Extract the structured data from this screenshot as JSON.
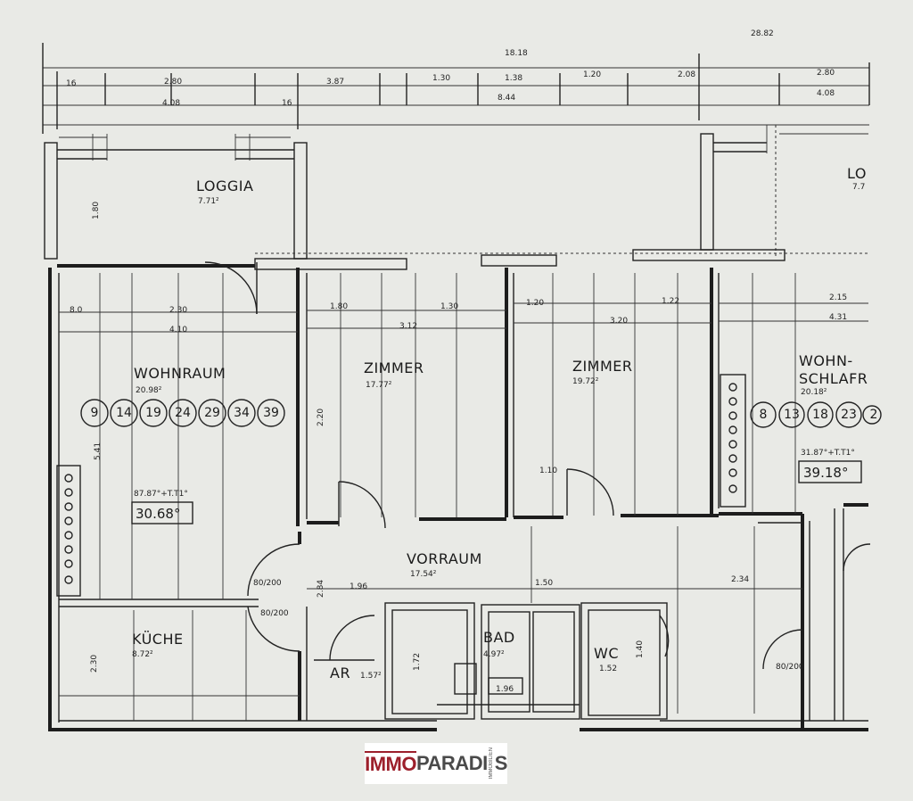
{
  "rooms": {
    "loggia_left": {
      "label": "LOGGIA",
      "area": "7.71²"
    },
    "loggia_right": {
      "label": "LO",
      "area": "7.7"
    },
    "wohnraum": {
      "label": "WOHNRAUM",
      "area": "20.98²"
    },
    "zimmer_1": {
      "label": "ZIMMER",
      "area": "17.77²"
    },
    "zimmer_2": {
      "label": "ZIMMER",
      "area": "19.72²"
    },
    "wohnschlaf_1": {
      "label": "WOHN-"
    },
    "wohnschlaf_2": {
      "label": "SCHLAFR",
      "area": "20.18²"
    },
    "vorraum": {
      "label": "VORRAUM",
      "area": "17.54²"
    },
    "kueche": {
      "label": "KÜCHE",
      "area": "8.72²"
    },
    "bad": {
      "label": "BAD",
      "area": "4.97²"
    },
    "wc": {
      "label": "WC",
      "area": "1.52"
    },
    "ar": {
      "label": "AR",
      "area": "1.57²"
    }
  },
  "unit_codes": {
    "left": [
      "9",
      "14",
      "19",
      "24",
      "29",
      "34",
      "39"
    ],
    "right": [
      "8",
      "13",
      "18",
      "23",
      "2"
    ]
  },
  "level_boxes": {
    "left": {
      "value": "30.68°",
      "note": "87.87°+T.T1°"
    },
    "right": {
      "value": "39.18°",
      "note": "31.87°+T.T1°"
    }
  },
  "dimensions": {
    "top_total": "28.82",
    "top_mid": "18.18",
    "top_a": "2.80",
    "top_b": "4.08",
    "top_c": "3.87",
    "top_d": "1.30",
    "top_e": "1.38",
    "top_f": "1.20",
    "top_g": "2.08",
    "top_h": "8.44",
    "top_i": "2.80",
    "top_j": "4.08",
    "top_k": "16",
    "top_l": "16",
    "row_wr_a": "2.30",
    "row_wr_b": "4.10",
    "row_z1_a": "1.80",
    "row_z1_b": "1.30",
    "row_z1_c": "3.12",
    "row_z2_a": "1.20",
    "row_z2_b": "3.20",
    "row_z2_c": "1.22",
    "row_r_a": "2.15",
    "row_r_b": "4.31",
    "v_loggia": "1.80",
    "v_wr": "5.41",
    "v_z1": "2.20",
    "v_ku": "2.30",
    "v_vr": "2.84",
    "door_1": "80/200",
    "door_2": "80/200",
    "door_3": "80/200",
    "d_vr_a": "1.96",
    "d_vr_b": "1.50",
    "d_vr_c": "2.34",
    "d_z_a": "1.10",
    "d_bad": "1.96",
    "v_bad": "1.72",
    "v_wc": "1.40",
    "small_a": "8.0"
  },
  "logo": {
    "part1": "IMMO",
    "part2": "PARADI",
    "part3": "S",
    "sub": "IMMOBILIEN"
  }
}
